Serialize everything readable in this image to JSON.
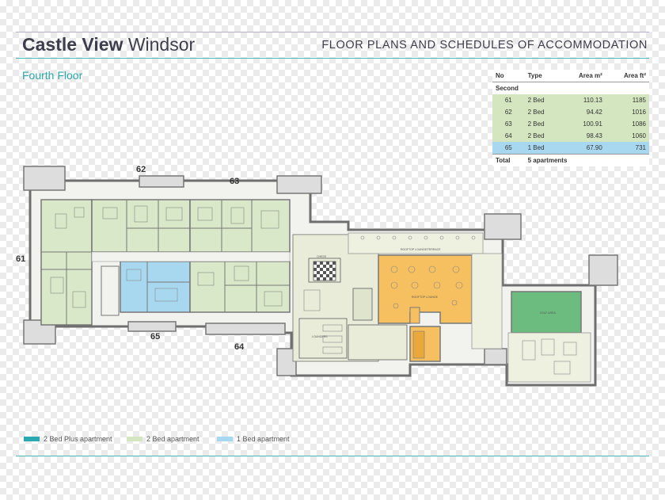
{
  "header": {
    "brand_bold": "Castle View",
    "brand_light": "Windsor",
    "doc_title": "FLOOR PLANS AND SCHEDULES OF ACCOMMODATION"
  },
  "floor_title": "Fourth Floor",
  "schedule": {
    "headers": {
      "no": "No",
      "type": "Type",
      "area_m": "Area m²",
      "area_ft": "Area ft²"
    },
    "section_label": "Second",
    "rows": [
      {
        "no": "61",
        "type": "2 Bed",
        "area_m": "110.13",
        "area_ft": "1185",
        "color": "#d4e6c0"
      },
      {
        "no": "62",
        "type": "2 Bed",
        "area_m": "94.42",
        "area_ft": "1016",
        "color": "#d4e6c0"
      },
      {
        "no": "63",
        "type": "2 Bed",
        "area_m": "100.91",
        "area_ft": "1086",
        "color": "#d4e6c0"
      },
      {
        "no": "64",
        "type": "2 Bed",
        "area_m": "98.43",
        "area_ft": "1060",
        "color": "#d4e6c0"
      },
      {
        "no": "65",
        "type": "1 Bed",
        "area_m": "67.90",
        "area_ft": "731",
        "color": "#a8d8f0"
      }
    ],
    "total_label": "Total",
    "total_value": "5 apartments"
  },
  "plan": {
    "apartment_labels": {
      "a61": "61",
      "a62": "62",
      "a63": "63",
      "a64": "64",
      "a65": "65"
    },
    "room_labels": {
      "chess": "CHESS",
      "rooftop_terrace": "ROOFTOP LOUNGE/TERRACE",
      "rooftop_lounge": "ROOFTOP LOUNGE",
      "loungers": "LOUNGERS",
      "golf": "GOLF AREA"
    },
    "colors": {
      "two_bed": "#d8e8c8",
      "one_bed": "#a8d8f0",
      "lounge": "#f6c060",
      "amenity": "#e8ecd8",
      "golf": "#6cbc80",
      "wall": "#7a7a7a"
    }
  },
  "legend": [
    {
      "label": "2 Bed Plus apartment",
      "color": "#2aaab0"
    },
    {
      "label": "2 Bed apartment",
      "color": "#d4e6c0"
    },
    {
      "label": "1 Bed apartment",
      "color": "#a8d8f0"
    }
  ]
}
